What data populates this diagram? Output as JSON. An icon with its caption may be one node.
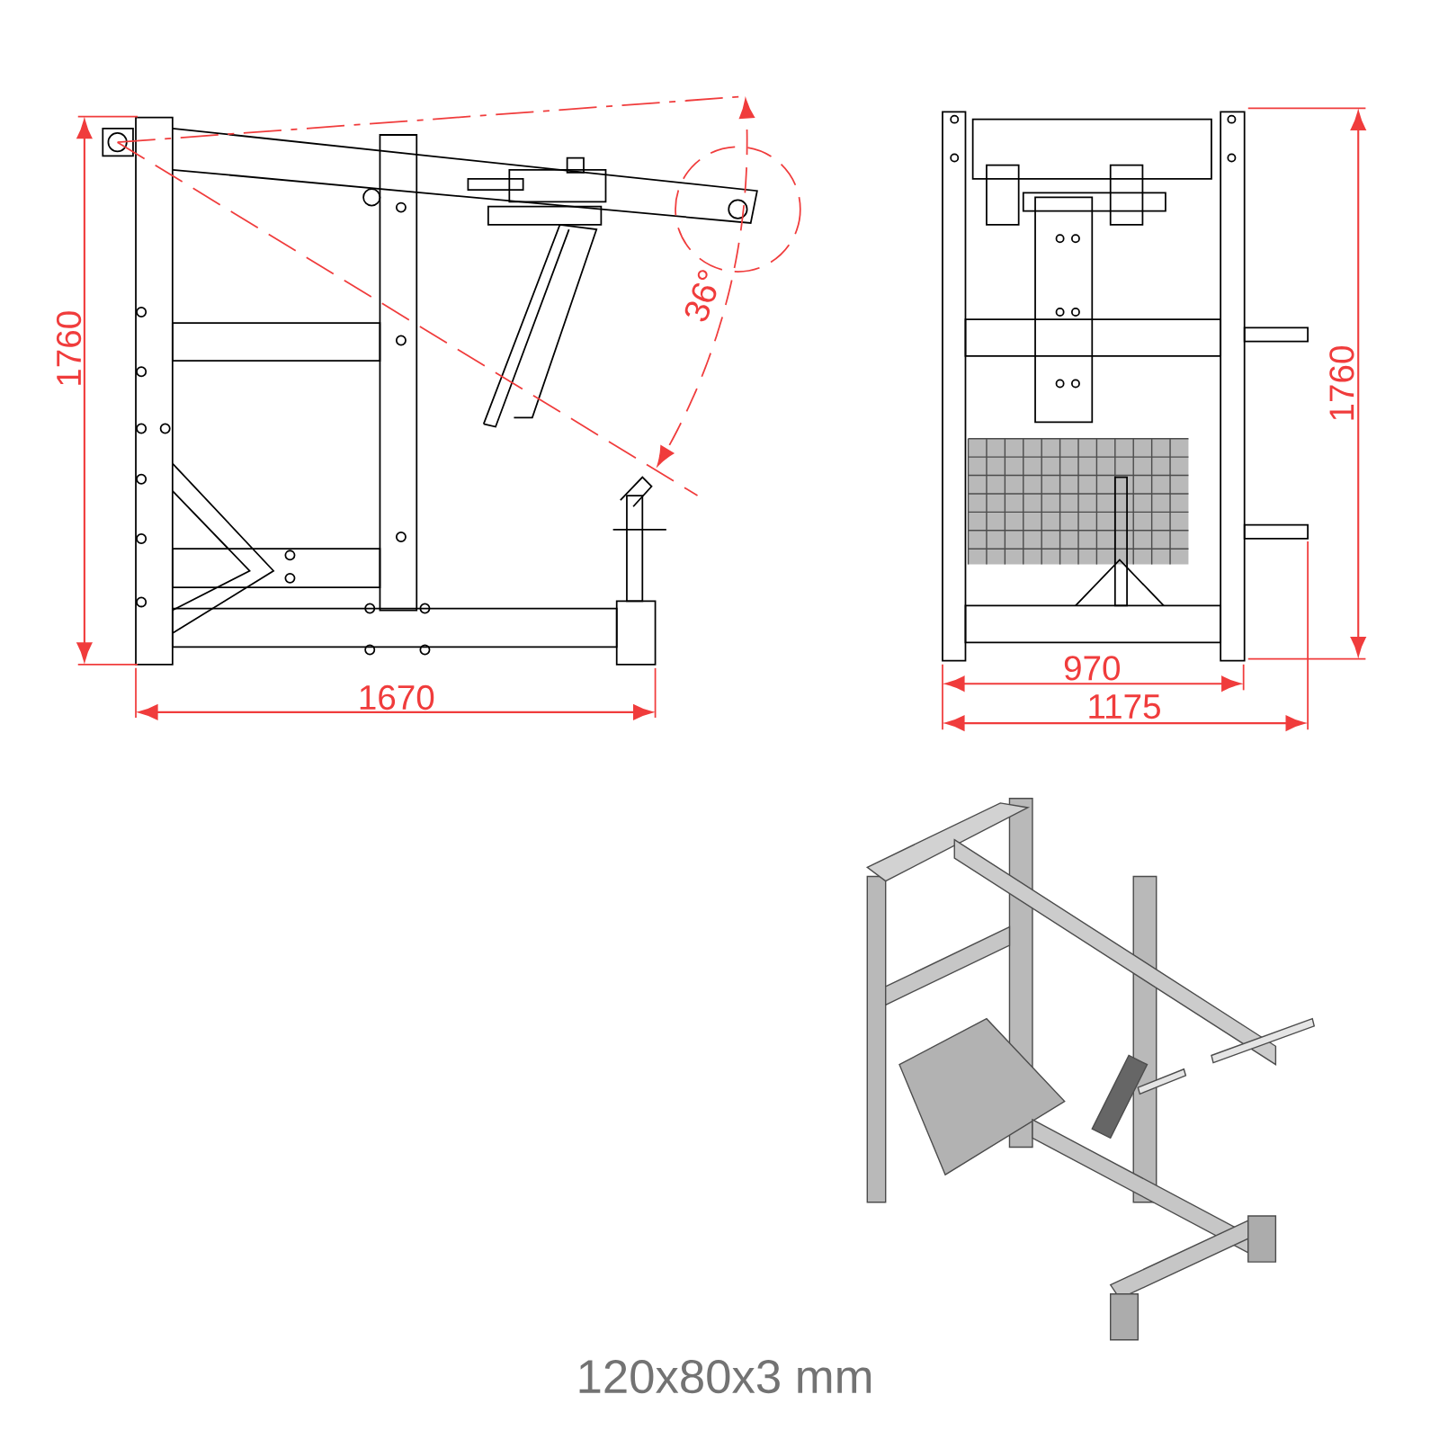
{
  "diagram": {
    "labels": [
      "1760",
      "1670",
      "36°",
      "970",
      "1175",
      "1760",
      "120x80x3 mm"
    ]
  }
}
